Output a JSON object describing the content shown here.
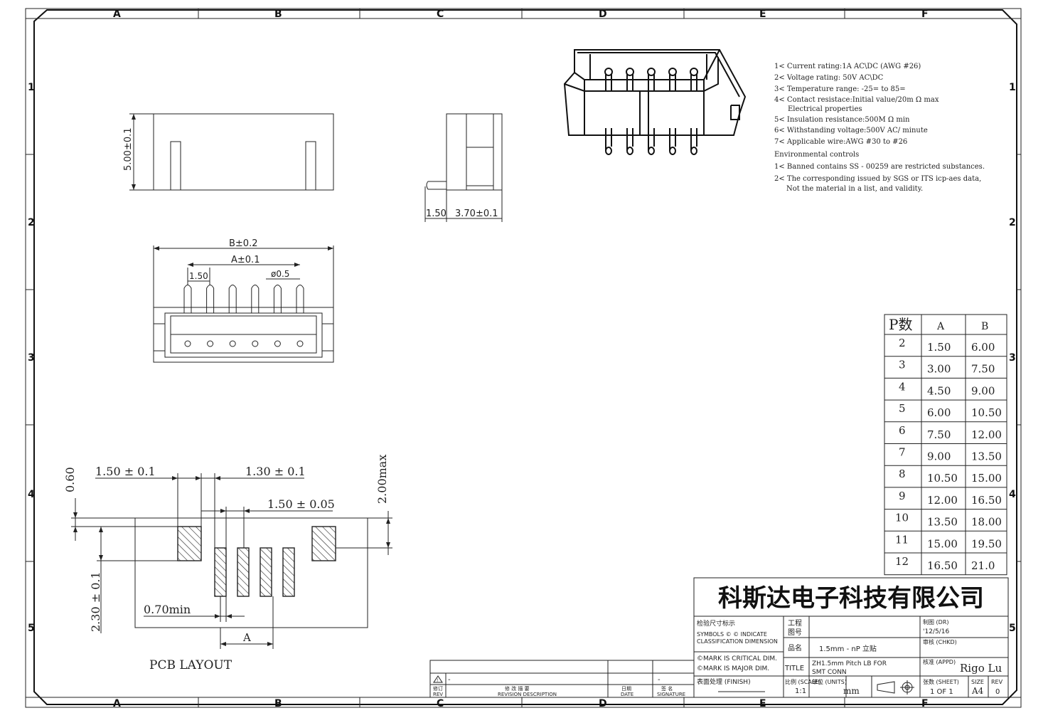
{
  "border": {
    "columns": [
      "A",
      "B",
      "C",
      "D",
      "E",
      "F"
    ],
    "rows": [
      "1",
      "2",
      "3",
      "4",
      "5"
    ]
  },
  "specs": [
    "1< Current rating:1A AC\\DC (AWG #26)",
    "2< Voltage rating: 50V AC\\DC",
    "3< Temperature range: -25= to 85=",
    "4< Contact resistace:Initial value/20m Ω max",
    "Electrical properties",
    "5< Insulation resistance:500M Ω min",
    "6< Withstanding voltage:500V AC/ minute",
    "7< Applicable wire:AWG #30 to #26",
    "Environmental controls",
    "1< Banned contains SS - 00259 are restricted substances.",
    "2< The corresponding issued by SGS or ITS icp-aes data,",
    "Not the material in a list, and validity."
  ],
  "dims": {
    "height": "5.00±0.1",
    "side_a": "1.50",
    "side_b": "3.70±0.1",
    "b_dim": "B±0.2",
    "a_dim": "A±0.1",
    "pitch": "1.50",
    "pin_dia": "ø0.5"
  },
  "pcb": {
    "d1": "1.50 ± 0.1",
    "d2": "1.30 ± 0.1",
    "d3": "1.50 ± 0.05",
    "d4": "0.60",
    "d5": "2.00max",
    "d6": "2.30 ± 0.1",
    "d7": "0.70min",
    "d8": "A",
    "label": "PCB LAYOUT"
  },
  "table": {
    "headers": [
      "P数",
      "A",
      "B"
    ],
    "rows": [
      [
        "2",
        "1.50",
        "6.00"
      ],
      [
        "3",
        "3.00",
        "7.50"
      ],
      [
        "4",
        "4.50",
        "9.00"
      ],
      [
        "5",
        "6.00",
        "10.50"
      ],
      [
        "6",
        "7.50",
        "12.00"
      ],
      [
        "7",
        "9.00",
        "13.50"
      ],
      [
        "8",
        "10.50",
        "15.00"
      ],
      [
        "9",
        "12.00",
        "16.50"
      ],
      [
        "10",
        "13.50",
        "18.00"
      ],
      [
        "11",
        "15.00",
        "19.50"
      ],
      [
        "12",
        "16.50",
        "21.0"
      ]
    ]
  },
  "title_block": {
    "company": "科斯达电子科技有限公司",
    "inspect": "检验尺寸标示",
    "symbols1": "SYMBOLS © © INDICATE",
    "symbols2": "CLASSIFICATION DIMENSION",
    "critical": "©MARK IS CRITICAL DIM.",
    "major": "©MARK IS MAJOR DIM.",
    "finish": "表面处理 (FINISH)",
    "project_cn1": "工程",
    "project_cn2": "图号",
    "name_label": "品名",
    "name_value": "1.5mm - nP 立贴",
    "title_label": "TITLE",
    "title_value1": "ZH1.5mm Pitch LB FOR",
    "title_value2": "SMT CONN",
    "scale_label": "比例 (SCALE)",
    "scale_value": "1:1",
    "units_label": "单位 (UNITS)",
    "units_value": "mm",
    "dr_label": "制图 (DR)",
    "dr_value": "'12/5/16",
    "chkd_label": "审核 (CHKD)",
    "appd_label": "核准 (APPD)",
    "signature": "Rigo Lu",
    "sheet_label": "张数 (SHEET)",
    "sheet_value": "1 OF 1",
    "size_label": "SIZE",
    "size_value": "A4",
    "rev_label": "REV",
    "rev_value": "0"
  },
  "revision_block": {
    "rev_cn": "修订",
    "rev": "REV",
    "desc_cn": "修 改 描 要",
    "desc": "REVISION DESCRIPTION",
    "date_cn": "日期",
    "date": "DATE",
    "sig_cn": "签 名",
    "sig": "SIGNATURE",
    "dash1": "-",
    "dash2": "-"
  }
}
